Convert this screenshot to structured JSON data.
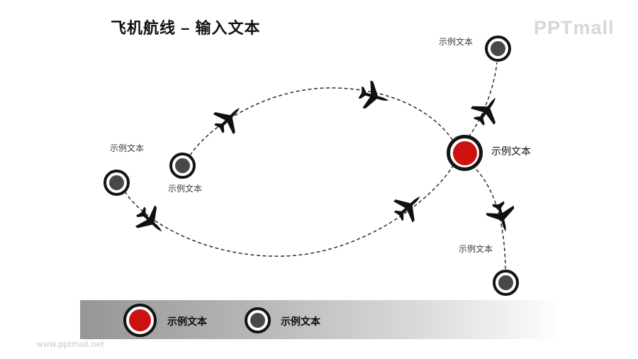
{
  "title": "飞机航线 – 输入文本",
  "logo": "PPTmall",
  "watermark": "www.pptmall.net",
  "colors": {
    "accent_red": "#cc1111",
    "node_gray": "#484848",
    "ring_black": "#141414",
    "dash_line": "#2d2d2d",
    "legend_bar_start": "#969696",
    "legend_bar_end": "#fdfdfd",
    "logo_gray": "#d7d7d7"
  },
  "icons": {
    "airplane": "black jet silhouette",
    "node": "ringed circle marker"
  },
  "nodes": [
    {
      "id": "top-right",
      "type": "gray",
      "label": "示例文本"
    },
    {
      "id": "hub-red",
      "type": "red",
      "label": "示例文本"
    },
    {
      "id": "middle",
      "type": "gray",
      "label": "示例文本"
    },
    {
      "id": "left",
      "type": "gray",
      "label": "示例文本"
    },
    {
      "id": "bottom-right",
      "type": "gray",
      "label": "示例文本"
    }
  ],
  "legend": {
    "items": [
      {
        "type": "red",
        "label": "示例文本"
      },
      {
        "type": "gray",
        "label": "示例文本"
      }
    ]
  }
}
